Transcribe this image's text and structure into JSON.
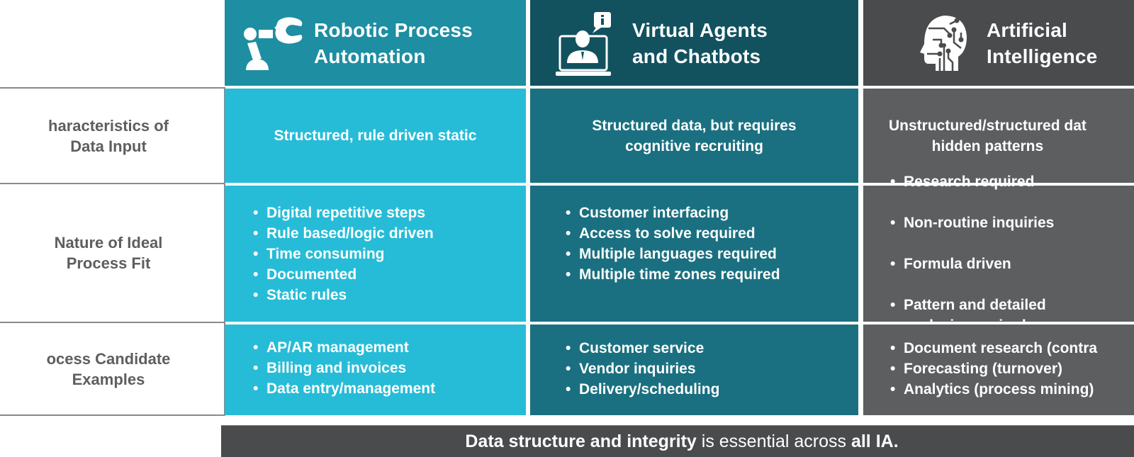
{
  "columns": [
    {
      "id": "rpa",
      "title": "Robotic Process\nAutomation",
      "icon": "robotic-arm-icon",
      "color_header": "#1e8ea2",
      "color_body": "#26bcd7",
      "characteristics": "Structured, rule driven static",
      "process_fit": [
        "Digital repetitive steps",
        "Rule based/logic driven",
        "Time consuming",
        "Documented",
        "Static rules"
      ],
      "examples": [
        "AP/AR management",
        "Billing and invoices",
        "Data entry/management"
      ]
    },
    {
      "id": "virtual-agents",
      "title": "Virtual Agents\nand Chatbots",
      "icon": "virtual-agent-laptop-icon",
      "color_header": "#12525f",
      "color_body": "#1a7080",
      "characteristics": "Structured data, but requires\ncognitive recruiting",
      "process_fit": [
        "Customer interfacing",
        "Access to solve required",
        "Multiple languages required",
        "Multiple time zones required"
      ],
      "examples": [
        "Customer service",
        "Vendor inquiries",
        "Delivery/scheduling"
      ]
    },
    {
      "id": "ai",
      "title": "Artificial\nIntelligence",
      "icon": "ai-head-circuit-icon",
      "color_header": "#4a4b4d",
      "color_body": "#5d5e60",
      "characteristics": "Unstructured/structured dat\nhidden patterns",
      "process_fit": [
        "Research required",
        "Non-routine inquiries",
        "Formula driven",
        "Pattern and detailed\nanalysis required"
      ],
      "examples": [
        "Document research (contra",
        "Forecasting (turnover)",
        "Analytics (process mining)"
      ]
    }
  ],
  "rows": {
    "characteristics": "haracteristics of\nData Input",
    "process_fit": "Nature of Ideal\nProcess Fit",
    "examples": "ocess Candidate\nExamples"
  },
  "footer": {
    "bold_1": "Data structure and integrity",
    "normal": " is essential across ",
    "bold_2": "all IA."
  }
}
